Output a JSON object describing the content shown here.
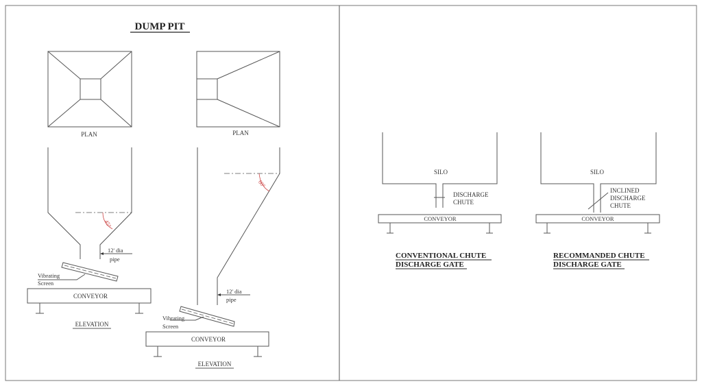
{
  "title": "DUMP PIT",
  "left": {
    "plan_label_1": "PLAN",
    "plan_label_2": "PLAN",
    "elevation_1": {
      "angle": "45°",
      "pipe_line1": "12' dia",
      "pipe_line2": "pipe",
      "screen_line1": "Vibrating",
      "screen_line2": "Screen",
      "conveyor": "CONVEYOR",
      "label": "ELEVATION"
    },
    "elevation_2": {
      "angle": "60°",
      "pipe_line1": "12' dia",
      "pipe_line2": "pipe",
      "screen_line1": "Vibrating",
      "screen_line2": "Screen",
      "conveyor": "CONVEYOR",
      "label": "ELEVATION"
    }
  },
  "right": {
    "conventional": {
      "silo": "SILO",
      "chute_line1": "DISCHARGE",
      "chute_line2": "CHUTE",
      "conveyor": "CONVEYOR",
      "caption_line1": "CONVENTIONAL CHUTE",
      "caption_line2": "DISCHARGE GATE"
    },
    "recommended": {
      "silo": "SILO",
      "chute_line1": "INCLINED",
      "chute_line2": "DISCHARGE",
      "chute_line3": "CHUTE",
      "conveyor": "CONVEYOR",
      "caption_line1": "RECOMMANDED CHUTE",
      "caption_line2": "DISCHARGE GATE"
    }
  }
}
